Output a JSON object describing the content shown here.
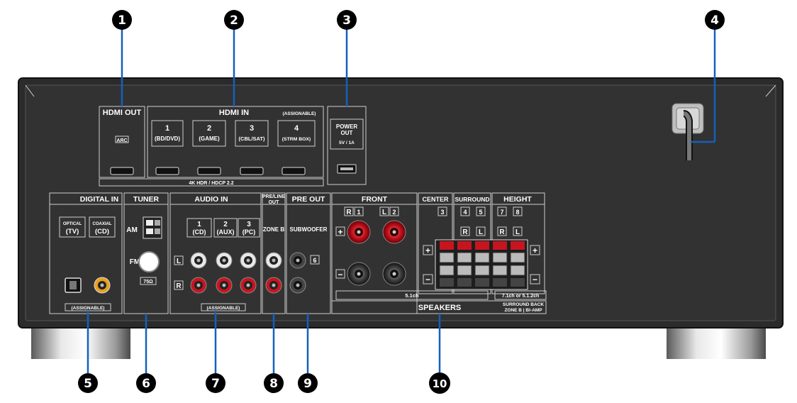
{
  "callouts": [
    "1",
    "2",
    "3",
    "4",
    "5",
    "6",
    "7",
    "8",
    "9",
    "10"
  ],
  "hdmi_out": {
    "title": "HDMI OUT",
    "arc": "ARC"
  },
  "hdmi_in": {
    "title": "HDMI IN",
    "assignable": "(ASSIGNABLE)",
    "inputs": [
      {
        "num": "1",
        "name": "(BD/DVD)"
      },
      {
        "num": "2",
        "name": "(GAME)"
      },
      {
        "num": "3",
        "name": "(CBL/SAT)"
      },
      {
        "num": "4",
        "name": "(STRM BOX)"
      }
    ],
    "footer": "4K HDR / HDCP 2.2"
  },
  "power_out": {
    "title1": "POWER",
    "title2": "OUT",
    "rating": "5V / 1A"
  },
  "digital_in": {
    "title": "DIGITAL IN",
    "optical_top": "OPTICAL",
    "optical": "(TV)",
    "coaxial_top": "COAXIAL",
    "coaxial": "(CD)",
    "assignable": "(ASSIGNABLE)"
  },
  "tuner": {
    "title": "TUNER",
    "am": "AM",
    "fm": "FM",
    "ohm": "75Ω"
  },
  "audio_in": {
    "title": "AUDIO IN",
    "inputs": [
      {
        "num": "1",
        "name": "(CD)"
      },
      {
        "num": "2",
        "name": "(AUX)"
      },
      {
        "num": "3",
        "name": "(PC)"
      }
    ],
    "left": "L",
    "right": "R",
    "assignable": "(ASSIGNABLE)"
  },
  "pre_line_out": {
    "title1": "PRE/LINE",
    "title2": "OUT",
    "zone": "ZONE B"
  },
  "pre_out": {
    "title": "PRE OUT",
    "sub": "SUBWOOFER",
    "num": "6"
  },
  "front": {
    "title": "FRONT",
    "r": "R",
    "r_num": "1",
    "l": "L",
    "l_num": "2",
    "plus": "+",
    "minus": "−",
    "ch": "5.1ch"
  },
  "center": {
    "title": "CENTER",
    "num": "3"
  },
  "surround": {
    "title": "SURROUND",
    "num_a": "4",
    "num_b": "5",
    "r": "R",
    "l": "L"
  },
  "height": {
    "title": "HEIGHT",
    "num_a": "7",
    "num_b": "8",
    "r": "R",
    "l": "L",
    "ch": "7.1ch or 5.1.2ch"
  },
  "speakers": {
    "title": "SPEAKERS",
    "note1": "SURROUND BACK",
    "note2": "ZONE B | BI-AMP"
  }
}
